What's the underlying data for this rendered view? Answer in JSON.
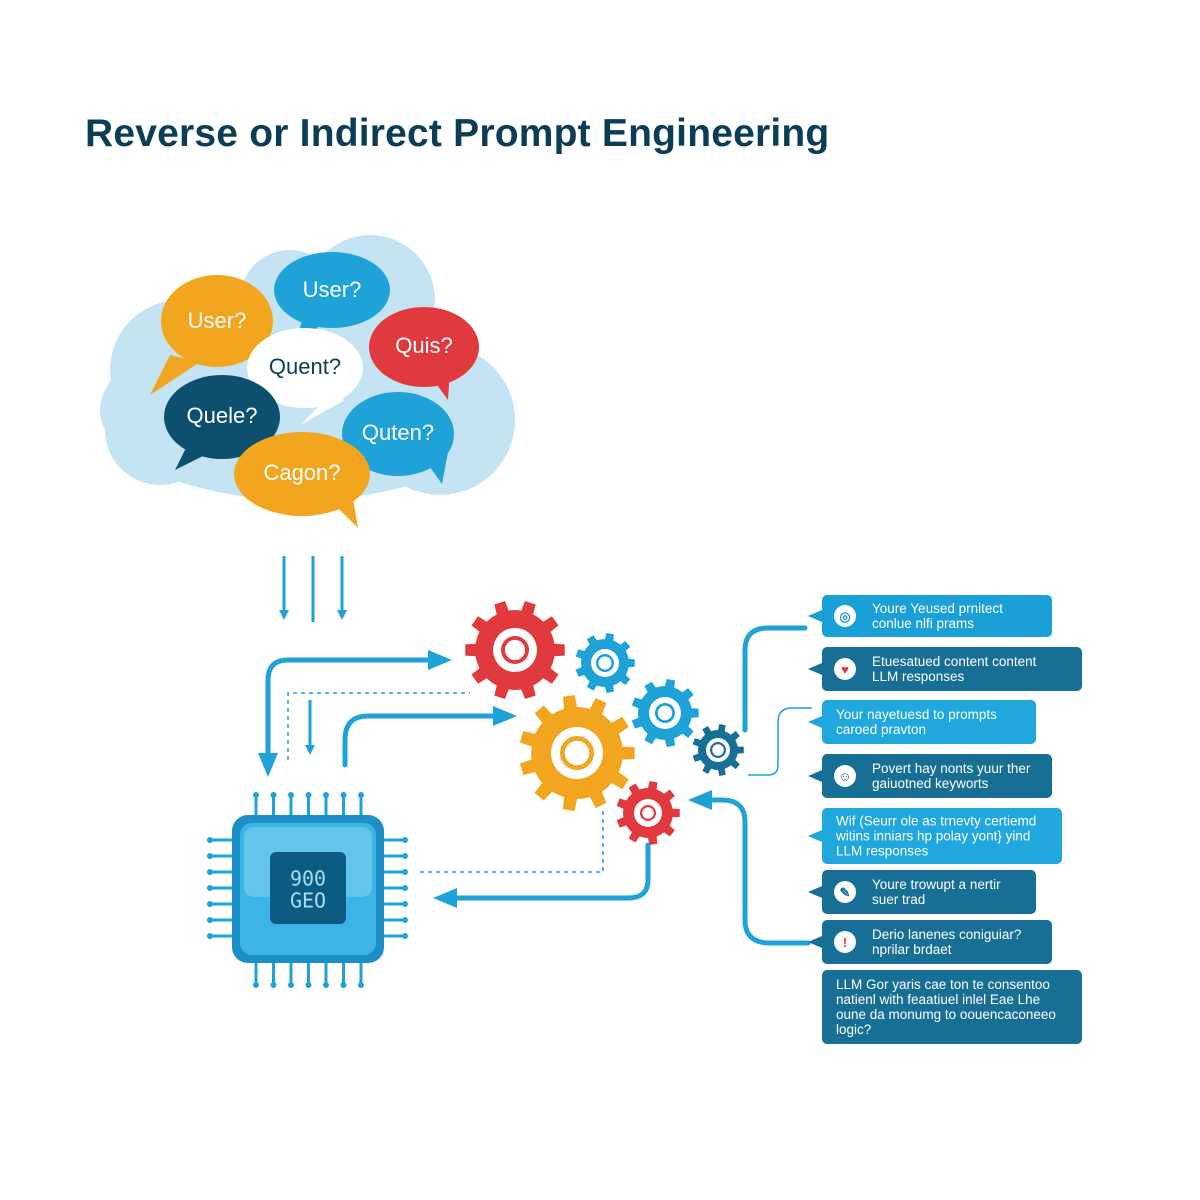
{
  "title": "Reverse or Indirect Prompt Engineering",
  "bubbles": [
    {
      "id": "user1",
      "text": "User?",
      "fill": "#f2a51f",
      "textColor": "#ffffff"
    },
    {
      "id": "user2",
      "text": "User?",
      "fill": "#1ea2d8",
      "textColor": "#ffffff"
    },
    {
      "id": "quent",
      "text": "Quent?",
      "fill": "#ffffff",
      "textColor": "#0b3d57"
    },
    {
      "id": "quis",
      "text": "Quis?",
      "fill": "#e03a3e",
      "textColor": "#ffffff"
    },
    {
      "id": "quele",
      "text": "Quele?",
      "fill": "#0d4f6e",
      "textColor": "#ffffff"
    },
    {
      "id": "quten",
      "text": "Quten?",
      "fill": "#1ea2d8",
      "textColor": "#ffffff"
    },
    {
      "id": "cagon",
      "text": "Cagon?",
      "fill": "#f2a51f",
      "textColor": "#ffffff"
    }
  ],
  "chip": {
    "line1": "900",
    "line2": "GEO"
  },
  "cards": [
    {
      "lines": [
        "Youre Yeused prnitect",
        "conlue nlfi prams"
      ],
      "icon": "target-icon",
      "glyph": "◎",
      "color": "#1a9fd7"
    },
    {
      "lines": [
        "Etuesatued content content",
        "LLM responses"
      ],
      "icon": "heart-icon",
      "glyph": "♥",
      "color": "#176f96"
    },
    {
      "lines": [
        "Your nayetuesd to prompts",
        "caroed pravton"
      ],
      "icon": "",
      "glyph": "",
      "color": "#1fa7de"
    },
    {
      "lines": [
        "Povert hay nonts yuur ther",
        "gaiuotned keyworts"
      ],
      "icon": "chat-icon",
      "glyph": "☺",
      "color": "#176f96"
    },
    {
      "lines": [
        "Wif (Seurr ole as trnevty certiemd",
        "witins inniars hp polay yont} yind",
        "LLM responses"
      ],
      "icon": "",
      "glyph": "",
      "color": "#1fa7de"
    },
    {
      "lines": [
        "Youre trowupt a nertir",
        "suer trad"
      ],
      "icon": "wrench-icon",
      "glyph": "✎",
      "color": "#176f96"
    },
    {
      "lines": [
        "Derio lanenes coniguiar?",
        "nprilar brdaet"
      ],
      "icon": "alert-icon",
      "glyph": "!",
      "color": "#176f96"
    },
    {
      "lines": [
        "LLM Gor yaris cae ton te consentoo",
        "natienl with feaatiuel inlel Eae Lhe",
        "oune da monumg to oouencaconeeo",
        "logic?"
      ],
      "icon": "",
      "glyph": "",
      "color": "#176f96"
    }
  ],
  "colors": {
    "blue": "#1ea2d8",
    "dark": "#0d4f6e",
    "red": "#e03a3e",
    "orange": "#f2a51f",
    "cloud": "#c4e3f3"
  }
}
